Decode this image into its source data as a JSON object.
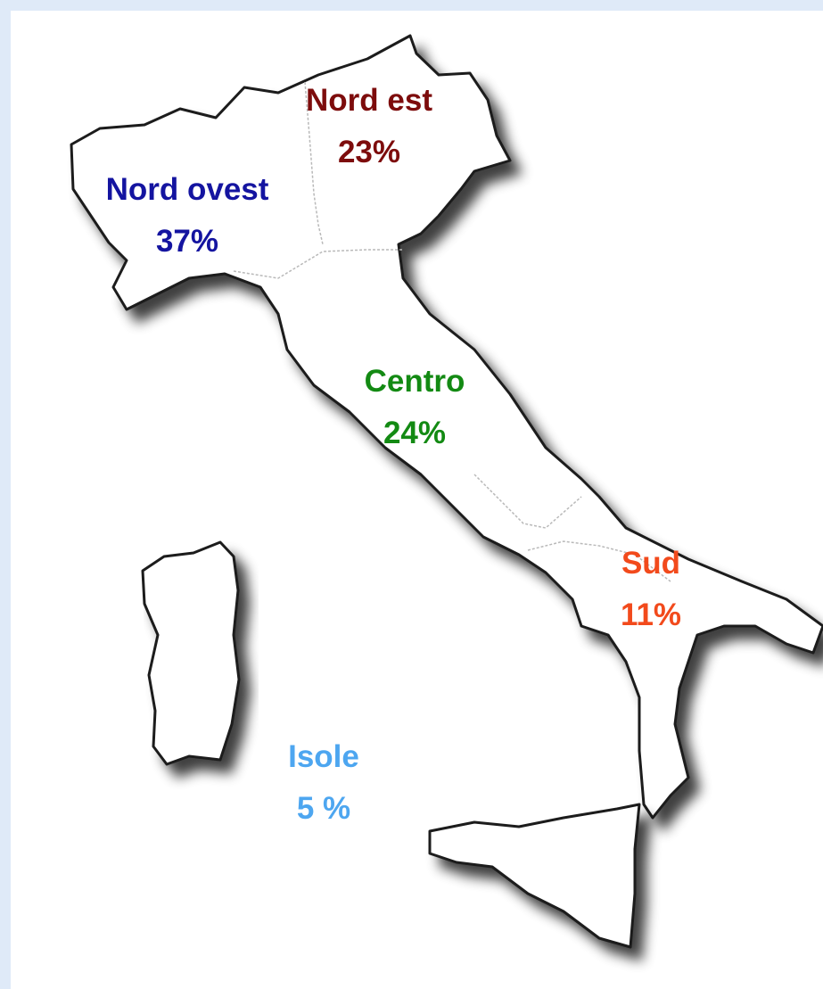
{
  "regions": [
    {
      "id": "nord-ovest",
      "name": "Nord ovest",
      "value": "37%",
      "color": "#1414a0"
    },
    {
      "id": "nord-est",
      "name": "Nord est",
      "value": "23%",
      "color": "#7d0c0c"
    },
    {
      "id": "centro",
      "name": "Centro",
      "value": "24%",
      "color": "#138a13"
    },
    {
      "id": "sud",
      "name": "Sud",
      "value": "11%",
      "color": "#f24a1c"
    },
    {
      "id": "isole",
      "name": "Isole",
      "value": "5 %",
      "color": "#4da6f0"
    }
  ],
  "colors": {
    "background": "#dfeaf8",
    "land": "#ffffff",
    "outline": "#1a1a1a"
  }
}
